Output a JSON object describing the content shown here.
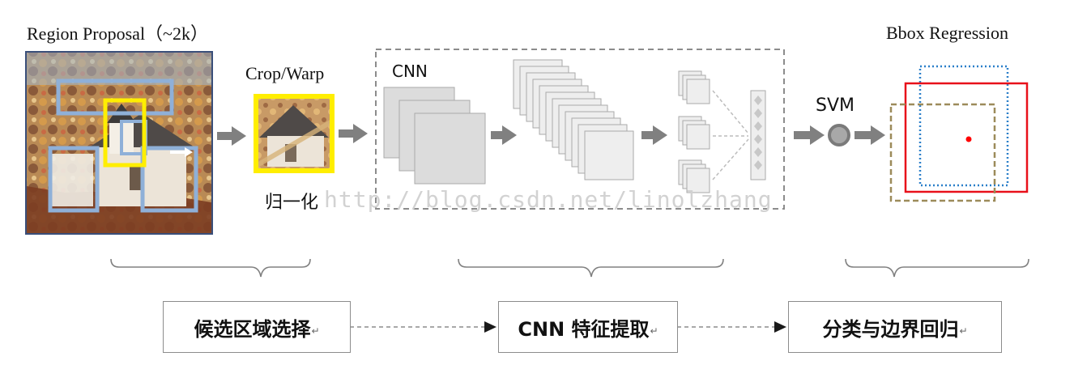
{
  "labels": {
    "region_proposal": "Region Proposal（~2k）",
    "crop_warp": "Crop/Warp",
    "normalize": "归一化",
    "cnn": "CNN",
    "svm": "SVM",
    "bbox_regression": "Bbox Regression",
    "watermark": "http://blog.csdn.net/linolzhang"
  },
  "stages": [
    {
      "label": "候选区域选择",
      "return_mark": "↵"
    },
    {
      "label": "CNN 特征提取",
      "return_mark": "↵"
    },
    {
      "label": "分类与边界回归",
      "return_mark": "↵"
    }
  ],
  "colors": {
    "yellow_box": "#ffee00",
    "frame_blue": "#3a4f7a",
    "proposal_blue": "#8fb0d8",
    "arrow_gray": "#808080",
    "dash_gray": "#8c8c8c",
    "red_box": "#e8101a",
    "blue_dotted": "#2a7fc9",
    "olive_dashed": "#9c8b5a",
    "red_dot": "#ff0000"
  }
}
